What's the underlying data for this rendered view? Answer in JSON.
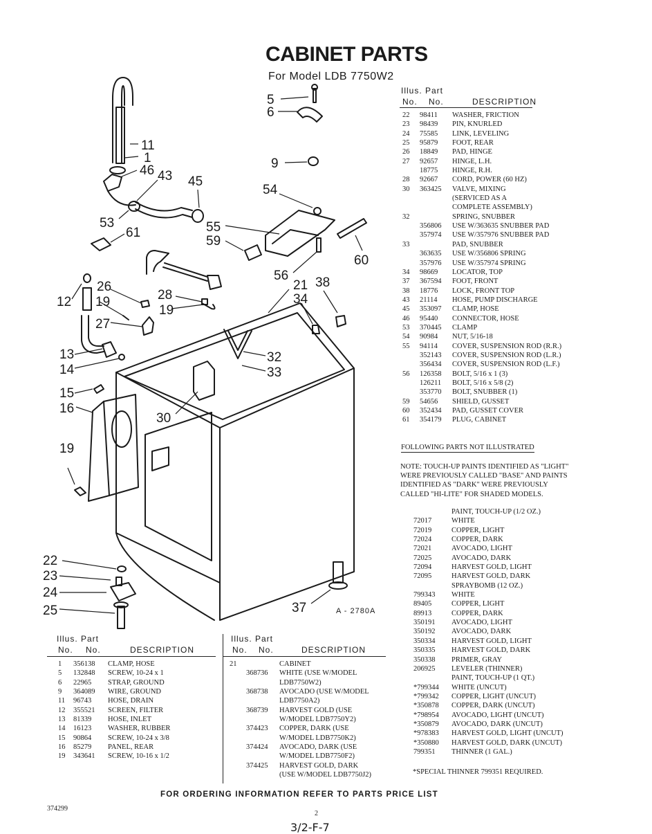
{
  "header": {
    "title": "CABINET PARTS",
    "subtitle": "For Model LDB 7750W2"
  },
  "table_headers": {
    "illus_line1": "Illus.  Part",
    "no1": "No.",
    "no2": "No.",
    "description": "DESCRIPTION"
  },
  "right_parts": [
    {
      "illus": "22",
      "part": "98411",
      "desc": "WASHER, FRICTION"
    },
    {
      "illus": "23",
      "part": "98439",
      "desc": "PIN, KNURLED"
    },
    {
      "illus": "24",
      "part": "75585",
      "desc": "LINK, LEVELING"
    },
    {
      "illus": "25",
      "part": "95879",
      "desc": "FOOT, REAR"
    },
    {
      "illus": "26",
      "part": "18849",
      "desc": "PAD, HINGE"
    },
    {
      "illus": "27",
      "part": "92657",
      "desc": "HINGE, L.H."
    },
    {
      "illus": "",
      "part": "18775",
      "desc": "HINGE, R.H."
    },
    {
      "illus": "28",
      "part": "92667",
      "desc": "CORD, POWER (60 HZ)"
    },
    {
      "illus": "30",
      "part": "363425",
      "desc": "VALVE, MIXING"
    },
    {
      "illus": "",
      "part": "",
      "desc": "(SERVICED AS A"
    },
    {
      "illus": "",
      "part": "",
      "desc": "COMPLETE ASSEMBLY)"
    },
    {
      "illus": "32",
      "part": "",
      "desc": "SPRING, SNUBBER"
    },
    {
      "illus": "",
      "part": "356806",
      "desc": "USE W/363635 SNUBBER PAD"
    },
    {
      "illus": "",
      "part": "357974",
      "desc": "USE W/357976 SNUBBER PAD"
    },
    {
      "illus": "33",
      "part": "",
      "desc": "PAD, SNUBBER"
    },
    {
      "illus": "",
      "part": "363635",
      "desc": "USE W/356806 SPRING"
    },
    {
      "illus": "",
      "part": "357976",
      "desc": "USE W/357974 SPRING"
    },
    {
      "illus": "34",
      "part": "98669",
      "desc": "LOCATOR, TOP"
    },
    {
      "illus": "37",
      "part": "367594",
      "desc": "FOOT, FRONT"
    },
    {
      "illus": "38",
      "part": "18776",
      "desc": "LOCK, FRONT TOP"
    },
    {
      "illus": "43",
      "part": "21114",
      "desc": "HOSE, PUMP DISCHARGE"
    },
    {
      "illus": "45",
      "part": "353097",
      "desc": "CLAMP, HOSE"
    },
    {
      "illus": "46",
      "part": "95440",
      "desc": "CONNECTOR, HOSE"
    },
    {
      "illus": "53",
      "part": "370445",
      "desc": "CLAMP"
    },
    {
      "illus": "54",
      "part": "90984",
      "desc": "NUT, 5/16-18"
    },
    {
      "illus": "55",
      "part": "94114",
      "desc": "COVER, SUSPENSION ROD (R.R.)"
    },
    {
      "illus": "",
      "part": "352143",
      "desc": "COVER, SUSPENSION ROD (L.R.)"
    },
    {
      "illus": "",
      "part": "356434",
      "desc": "COVER, SUSPENSION ROD (L.F.)"
    },
    {
      "illus": "56",
      "part": "126358",
      "desc": "BOLT, 5/16 x 1 (3)"
    },
    {
      "illus": "",
      "part": "126211",
      "desc": "BOLT, 5/16 x 5/8 (2)"
    },
    {
      "illus": "",
      "part": "353770",
      "desc": "BOLT, SNUBBER (1)"
    },
    {
      "illus": "59",
      "part": "54656",
      "desc": "SHIELD, GUSSET"
    },
    {
      "illus": "60",
      "part": "352434",
      "desc": "PAD, GUSSET COVER"
    },
    {
      "illus": "61",
      "part": "354179",
      "desc": "PLUG, CABINET"
    }
  ],
  "following_header": "FOLLOWING PARTS NOT ILLUSTRATED",
  "note_lines": [
    "NOTE:  TOUCH-UP PAINTS IDENTIFIED AS \"LIGHT\"",
    "WERE PREVIOUSLY CALLED \"BASE\" AND PAINTS",
    "IDENTIFIED AS \"DARK\" WERE PREVIOUSLY",
    "CALLED \"HI-LITE\" FOR SHADED MODELS."
  ],
  "paint_list": [
    {
      "part": "",
      "desc": "PAINT, TOUCH-UP (1/2 OZ.)"
    },
    {
      "part": "72017",
      "desc": "WHITE"
    },
    {
      "part": "72019",
      "desc": "COPPER, LIGHT"
    },
    {
      "part": "72024",
      "desc": "COPPER, DARK"
    },
    {
      "part": "72021",
      "desc": "AVOCADO, LIGHT"
    },
    {
      "part": "72025",
      "desc": "AVOCADO, DARK"
    },
    {
      "part": "72094",
      "desc": "HARVEST GOLD, LIGHT"
    },
    {
      "part": "72095",
      "desc": "HARVEST GOLD, DARK"
    },
    {
      "part": "",
      "desc": "SPRAYBOMB (12 OZ.)"
    },
    {
      "part": "799343",
      "desc": "WHITE"
    },
    {
      "part": "89405",
      "desc": "COPPER, LIGHT"
    },
    {
      "part": "89913",
      "desc": "COPPER, DARK"
    },
    {
      "part": "350191",
      "desc": "AVOCADO, LIGHT"
    },
    {
      "part": "350192",
      "desc": "AVOCADO, DARK"
    },
    {
      "part": "350334",
      "desc": "HARVEST GOLD, LIGHT"
    },
    {
      "part": "350335",
      "desc": "HARVEST GOLD, DARK"
    },
    {
      "part": "350338",
      "desc": "PRIMER, GRAY"
    },
    {
      "part": "206925",
      "desc": "LEVELER (THINNER)"
    },
    {
      "part": "",
      "desc": "PAINT, TOUCH-UP (1 QT.)"
    },
    {
      "part": "*799344",
      "desc": "WHITE (UNCUT)"
    },
    {
      "part": "*799342",
      "desc": "COPPER, LIGHT (UNCUT)"
    },
    {
      "part": "*350878",
      "desc": "COPPER, DARK (UNCUT)"
    },
    {
      "part": "*798954",
      "desc": "AVOCADO, LIGHT (UNCUT)"
    },
    {
      "part": "*350879",
      "desc": "AVOCADO, DARK (UNCUT)"
    },
    {
      "part": "*978383",
      "desc": "HARVEST GOLD, LIGHT (UNCUT)"
    },
    {
      "part": "*350880",
      "desc": "HARVEST GOLD, DARK (UNCUT)"
    },
    {
      "part": "799351",
      "desc": "THINNER (1 GAL.)"
    }
  ],
  "special_note": "*SPECIAL THINNER 799351 REQUIRED.",
  "left_parts": [
    {
      "illus": "1",
      "part": "356138",
      "desc": "CLAMP, HOSE"
    },
    {
      "illus": "5",
      "part": "132848",
      "desc": "SCREW, 10-24 x 1"
    },
    {
      "illus": "6",
      "part": "22965",
      "desc": "STRAP, GROUND"
    },
    {
      "illus": "9",
      "part": "364089",
      "desc": "WIRE, GROUND"
    },
    {
      "illus": "11",
      "part": "96743",
      "desc": "HOSE, DRAIN"
    },
    {
      "illus": "12",
      "part": "355521",
      "desc": "SCREEN, FILTER"
    },
    {
      "illus": "13",
      "part": "81339",
      "desc": "HOSE, INLET"
    },
    {
      "illus": "14",
      "part": "16123",
      "desc": "WASHER, RUBBER"
    },
    {
      "illus": "15",
      "part": "90864",
      "desc": "SCREW, 10-24 x 3/8"
    },
    {
      "illus": "16",
      "part": "85279",
      "desc": "PANEL, REAR"
    },
    {
      "illus": "19",
      "part": "343641",
      "desc": "SCREW, 10-16 x 1/2"
    }
  ],
  "middle_parts": [
    {
      "illus": "21",
      "part": "",
      "desc": "CABINET"
    },
    {
      "illus": "",
      "part": "368736",
      "desc": "WHITE (USE W/MODEL"
    },
    {
      "illus": "",
      "part": "",
      "desc": "LDB7750W2)"
    },
    {
      "illus": "",
      "part": "368738",
      "desc": "AVOCADO (USE W/MODEL"
    },
    {
      "illus": "",
      "part": "",
      "desc": "LDB7750A2)"
    },
    {
      "illus": "",
      "part": "368739",
      "desc": "HARVEST GOLD (USE"
    },
    {
      "illus": "",
      "part": "",
      "desc": "W/MODEL LDB7750Y2)"
    },
    {
      "illus": "",
      "part": "374423",
      "desc": "COPPER, DARK (USE"
    },
    {
      "illus": "",
      "part": "",
      "desc": "W/MODEL LDB7750K2)"
    },
    {
      "illus": "",
      "part": "374424",
      "desc": "AVOCADO, DARK (USE"
    },
    {
      "illus": "",
      "part": "",
      "desc": "W/MODEL LDB7750F2)"
    },
    {
      "illus": "",
      "part": "374425",
      "desc": "HARVEST GOLD, DARK"
    },
    {
      "illus": "",
      "part": "",
      "desc": "(USE W/MODEL LDB7750J2)"
    }
  ],
  "diagram": {
    "figure_id": "A - 2780A",
    "callouts": [
      "5",
      "6",
      "9",
      "11",
      "1",
      "46",
      "43",
      "45",
      "54",
      "53",
      "61",
      "55",
      "59",
      "60",
      "56",
      "21",
      "38",
      "34",
      "26",
      "12",
      "19",
      "28",
      "19",
      "27",
      "13",
      "14",
      "32",
      "33",
      "15",
      "16",
      "30",
      "19",
      "22",
      "23",
      "24",
      "25",
      "37"
    ]
  },
  "footer": {
    "ordering": "FOR ORDERING INFORMATION REFER TO PARTS PRICE LIST",
    "doc_number": "374299",
    "page_number": "2",
    "handwritten": "3/2-F-7"
  }
}
